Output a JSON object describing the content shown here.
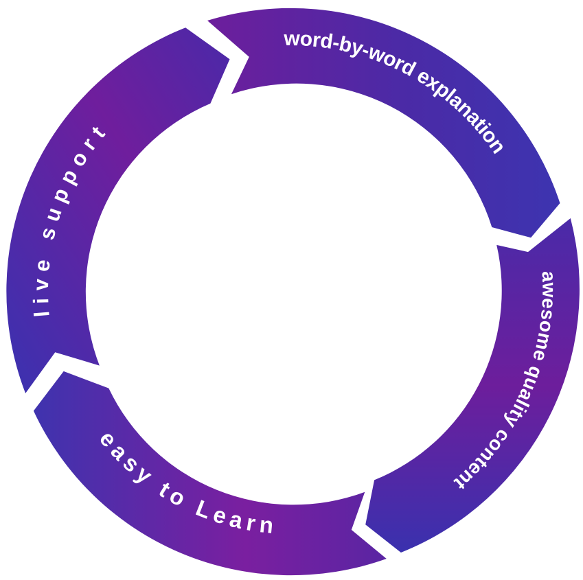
{
  "diagram": {
    "segments": [
      {
        "id": "word-by-word-explanation",
        "label": "word-by-word explanation"
      },
      {
        "id": "awesome-quality-content",
        "label": "awesome quality content"
      },
      {
        "id": "easy-to-learn",
        "label": "easy to Learn"
      },
      {
        "id": "live-support",
        "label": "live support"
      }
    ]
  },
  "colors": {
    "purple": "#6a1b9a",
    "magenta": "#7b1fa2",
    "indigo": "#3a2fa8",
    "background": "#ffffff",
    "text": "#ffffff"
  }
}
